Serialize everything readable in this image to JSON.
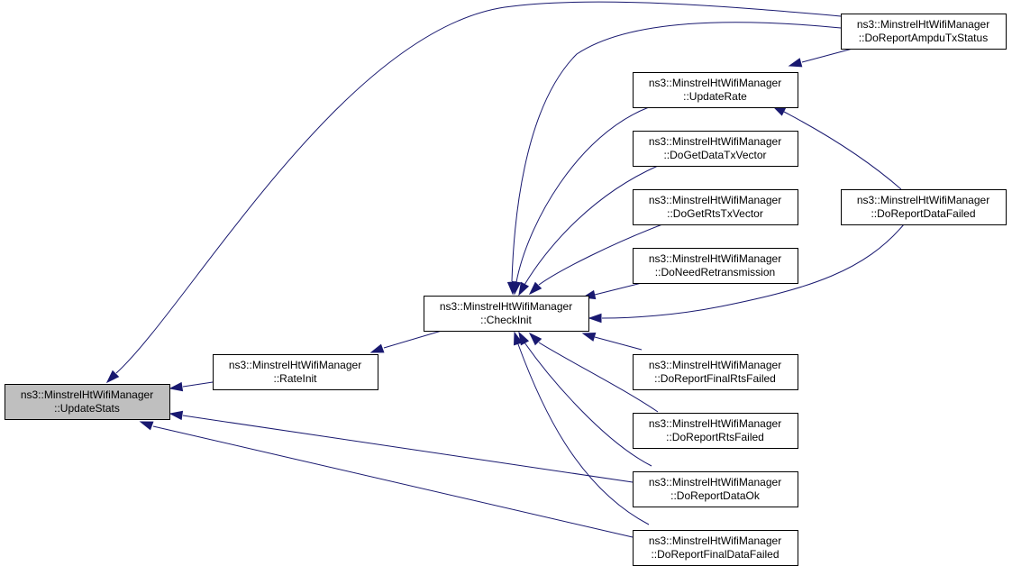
{
  "diagram": {
    "type": "doxygen-caller-graph",
    "colors": {
      "edge": "#191970",
      "node_border": "#000000",
      "node_fill": "#ffffff",
      "root_fill": "#bfbfbf",
      "text": "#000000"
    },
    "nodes": [
      {
        "id": "update_stats",
        "line1": "ns3::MinstrelHtWifiManager",
        "line2": "::UpdateStats",
        "root": true
      },
      {
        "id": "rate_init",
        "line1": "ns3::MinstrelHtWifiManager",
        "line2": "::RateInit"
      },
      {
        "id": "check_init",
        "line1": "ns3::MinstrelHtWifiManager",
        "line2": "::CheckInit"
      },
      {
        "id": "update_rate",
        "line1": "ns3::MinstrelHtWifiManager",
        "line2": "::UpdateRate"
      },
      {
        "id": "do_get_data_tx_vector",
        "line1": "ns3::MinstrelHtWifiManager",
        "line2": "::DoGetDataTxVector"
      },
      {
        "id": "do_get_rts_tx_vector",
        "line1": "ns3::MinstrelHtWifiManager",
        "line2": "::DoGetRtsTxVector"
      },
      {
        "id": "do_need_retransmission",
        "line1": "ns3::MinstrelHtWifiManager",
        "line2": "::DoNeedRetransmission"
      },
      {
        "id": "do_report_final_rts_failed",
        "line1": "ns3::MinstrelHtWifiManager",
        "line2": "::DoReportFinalRtsFailed"
      },
      {
        "id": "do_report_rts_failed",
        "line1": "ns3::MinstrelHtWifiManager",
        "line2": "::DoReportRtsFailed"
      },
      {
        "id": "do_report_data_ok",
        "line1": "ns3::MinstrelHtWifiManager",
        "line2": "::DoReportDataOk"
      },
      {
        "id": "do_report_final_data_failed",
        "line1": "ns3::MinstrelHtWifiManager",
        "line2": "::DoReportFinalDataFailed"
      },
      {
        "id": "do_report_ampdu_tx_status",
        "line1": "ns3::MinstrelHtWifiManager",
        "line2": "::DoReportAmpduTxStatus"
      },
      {
        "id": "do_report_data_failed",
        "line1": "ns3::MinstrelHtWifiManager",
        "line2": "::DoReportDataFailed"
      }
    ],
    "edges": [
      {
        "from": "rate_init",
        "to": "update_stats"
      },
      {
        "from": "do_report_ampdu_tx_status",
        "to": "update_stats"
      },
      {
        "from": "do_report_data_ok",
        "to": "update_stats"
      },
      {
        "from": "do_report_final_data_failed",
        "to": "update_stats"
      },
      {
        "from": "check_init",
        "to": "rate_init"
      },
      {
        "from": "do_report_ampdu_tx_status",
        "to": "check_init"
      },
      {
        "from": "update_rate",
        "to": "check_init"
      },
      {
        "from": "do_get_data_tx_vector",
        "to": "check_init"
      },
      {
        "from": "do_get_rts_tx_vector",
        "to": "check_init"
      },
      {
        "from": "do_need_retransmission",
        "to": "check_init"
      },
      {
        "from": "do_report_data_failed",
        "to": "check_init"
      },
      {
        "from": "do_report_final_rts_failed",
        "to": "check_init"
      },
      {
        "from": "do_report_rts_failed",
        "to": "check_init"
      },
      {
        "from": "do_report_data_ok",
        "to": "check_init"
      },
      {
        "from": "do_report_final_data_failed",
        "to": "check_init"
      },
      {
        "from": "do_report_ampdu_tx_status",
        "to": "update_rate"
      },
      {
        "from": "do_report_data_failed",
        "to": "update_rate"
      }
    ]
  }
}
